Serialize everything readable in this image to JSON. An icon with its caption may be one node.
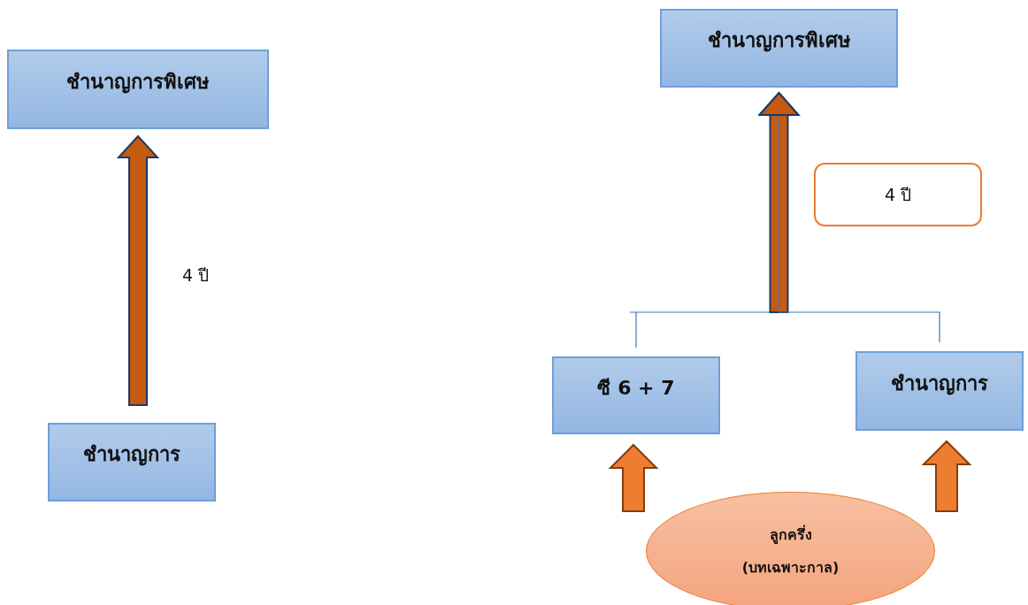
{
  "diagram": {
    "nodes": [
      {
        "text": [
          "ชำนาญการพิเศษ"
        ]
      },
      {
        "text": [
          "ชำนาญการ"
        ]
      },
      {
        "text": [
          "ชำนาญการพิเศษ"
        ]
      },
      {
        "text": [
          "4 ปี"
        ]
      },
      {
        "text": [
          "ซี 6 + 7"
        ]
      },
      {
        "text": [
          "ชำนาญการ"
        ]
      },
      {
        "text": [
          "ลูกครึ่ง",
          "(บทเฉพาะกาล)"
        ]
      }
    ],
    "edges": [
      {
        "from": 1,
        "to": 0,
        "arrow": "to",
        "label": "4 ปี"
      },
      {
        "from": 4,
        "to": 2,
        "arrow": "to"
      },
      {
        "from": 5,
        "to": 2,
        "arrow": "to"
      },
      {
        "from": 6,
        "to": 4,
        "arrow": "to",
        "color": "#ed7d31"
      },
      {
        "from": 6,
        "to": 5,
        "arrow": "to",
        "color": "#ed7d31"
      }
    ]
  }
}
